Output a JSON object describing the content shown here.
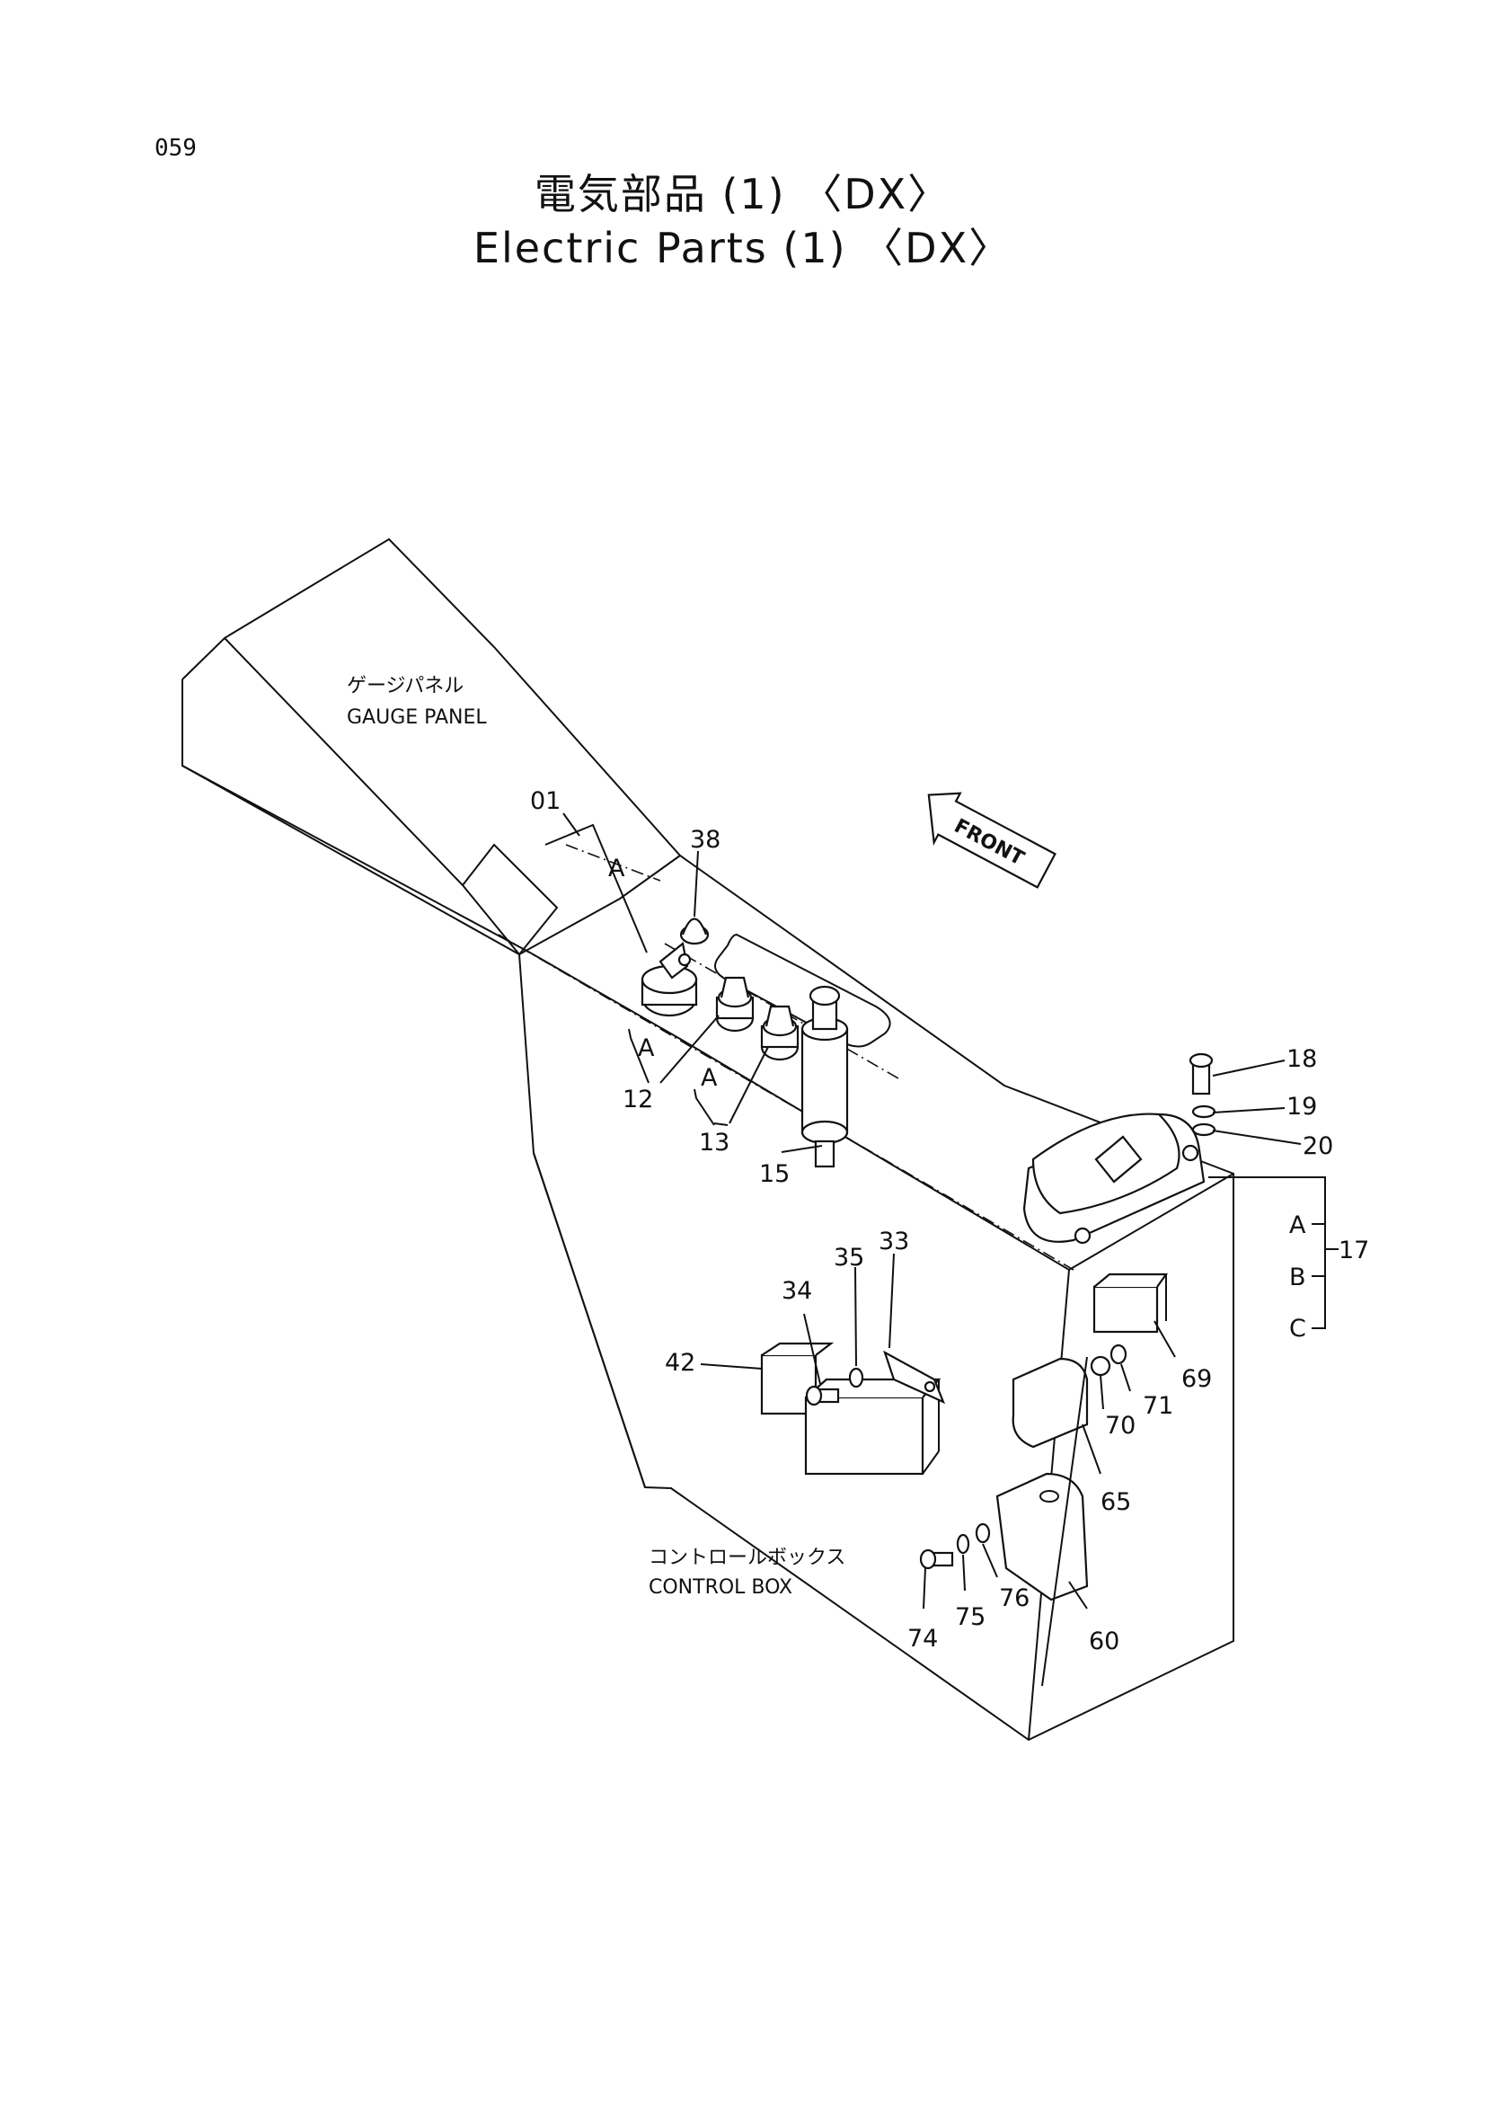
{
  "page_number": "059",
  "title_jp": "電気部品 (1) 〈DX〉",
  "title_en": "Electric Parts (1) 〈DX〉",
  "labels": {
    "gauge_panel_jp": "ゲージパネル",
    "gauge_panel_en": "GAUGE PANEL",
    "control_box_jp": "コントロールボックス",
    "control_box_en": "CONTROL BOX",
    "front": "FRONT"
  },
  "callouts": {
    "p01": "01",
    "p38": "38",
    "p12": "12",
    "p13": "13",
    "p15": "15",
    "p18": "18",
    "p19": "19",
    "p20": "20",
    "p17": "17",
    "p33": "33",
    "p34": "34",
    "p35": "35",
    "p42": "42",
    "p69": "69",
    "p70": "70",
    "p71": "71",
    "p65": "65",
    "p60": "60",
    "p74": "74",
    "p75": "75",
    "p76": "76"
  },
  "set_marks": {
    "a": "A",
    "b": "B",
    "c": "C"
  }
}
